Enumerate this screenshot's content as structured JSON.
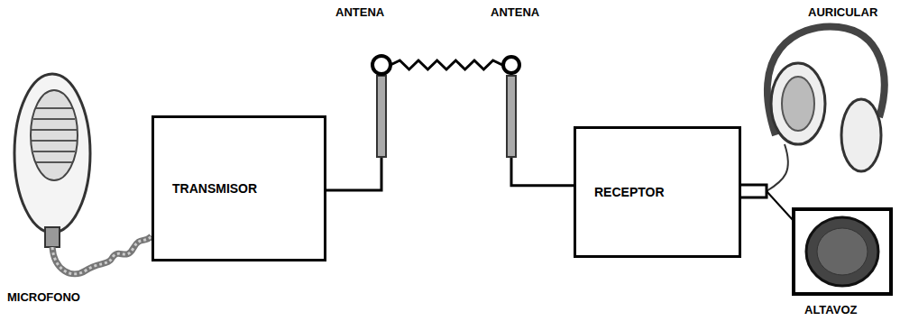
{
  "diagram": {
    "nodes": [
      {
        "text": [
          "TRANSMISOR"
        ]
      },
      {
        "text": [
          "RECEPTOR"
        ]
      }
    ],
    "edges": [
      {
        "from": 0,
        "to": 1,
        "arrow": "none"
      }
    ],
    "labels": [
      "MICROFONO",
      "ANTENA",
      "ANTENA",
      "AURICULAR",
      "ALTAVOZ"
    ]
  }
}
